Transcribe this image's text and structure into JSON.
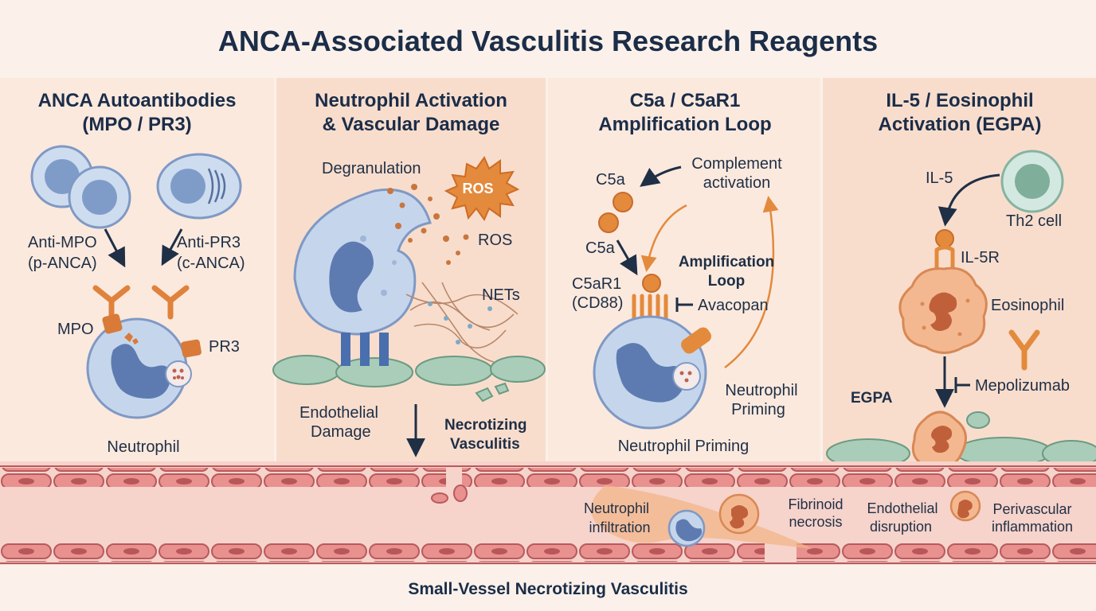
{
  "title": "ANCA-Associated Vasculitis Research Reagents",
  "panels": [
    {
      "title_lines": [
        "ANCA Autoantibodies",
        "(MPO / PR3)"
      ]
    },
    {
      "title_lines": [
        "Neutrophil Activation",
        "& Vascular Damage"
      ]
    },
    {
      "title_lines": [
        "C5a / C5aR1",
        "Amplification Loop"
      ]
    },
    {
      "title_lines": [
        "IL-5 / Eosinophil",
        "Activation (EGPA)"
      ]
    }
  ],
  "panel1": {
    "anti_mpo": [
      "Anti-MPO",
      "(p-ANCA)"
    ],
    "anti_pr3": [
      "Anti-PR3",
      "(c-ANCA)"
    ],
    "mpo": "MPO",
    "pr3": "PR3",
    "neutrophil": "Neutrophil"
  },
  "panel2": {
    "degranulation": "Degranulation",
    "ros_burst": "ROS",
    "ros": "ROS",
    "nets": "NETs",
    "endothelial_damage": [
      "Endothelial",
      "Damage"
    ],
    "necrotizing": [
      "Necrotizing",
      "Vasculitis"
    ]
  },
  "panel3": {
    "c5a_top": "C5a",
    "c5a_bottom": "C5a",
    "complement": [
      "Complement",
      "activation"
    ],
    "amplification": [
      "Amplification",
      "Loop"
    ],
    "c5ar1": [
      "C5aR1",
      "(CD88)"
    ],
    "avacopan": "Avacopan",
    "priming_right": [
      "Neutrophil",
      "Priming"
    ],
    "priming_bottom": "Neutrophil Priming"
  },
  "panel4": {
    "il5": "IL-5",
    "th2": "Th2 cell",
    "il5r": "IL-5R",
    "eosinophil": "Eosinophil",
    "mepolizumab": "Mepolizumab",
    "egpa": "EGPA"
  },
  "vessel": {
    "neutrophil_infiltration": [
      "Neutrophil",
      "infiltration"
    ],
    "fibrinoid": [
      "Fibrinoid",
      "necrosis"
    ],
    "endothelial_disruption": [
      "Endothelial",
      "disruption"
    ],
    "perivascular": [
      "Perivascular",
      "inflammation"
    ],
    "caption": "Small-Vessel Necrotizing Vasculitis"
  }
}
